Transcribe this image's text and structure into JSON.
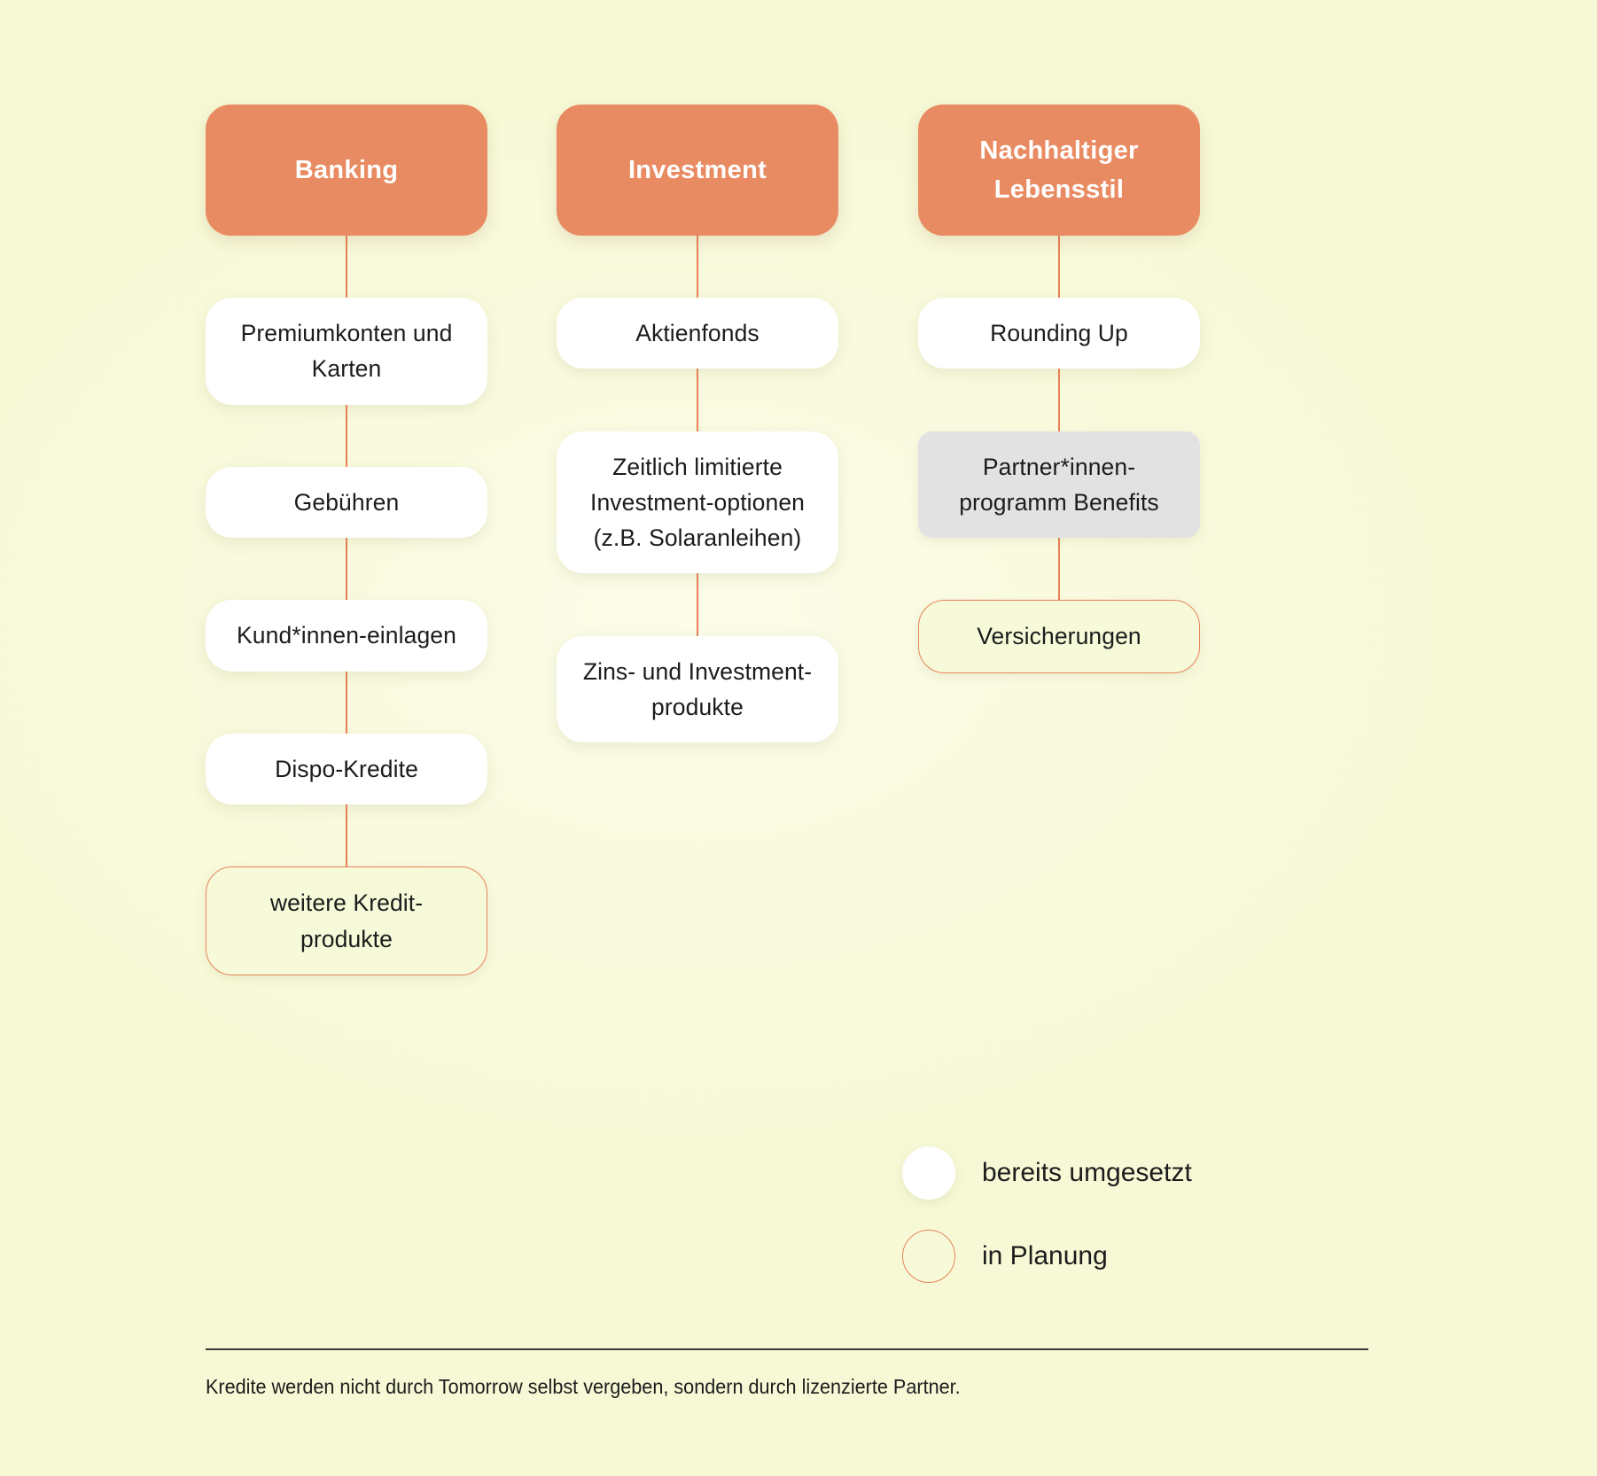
{
  "diagram": {
    "type": "flowchart",
    "background_color": "#f8fadb",
    "accent_color": "#e98b62",
    "columns": [
      {
        "id": "banking",
        "header": "Banking",
        "nodes": [
          {
            "label": "Premiumkonten und Karten",
            "status": "implemented"
          },
          {
            "label": "Gebühren",
            "status": "implemented"
          },
          {
            "label": "Kund*innen-einlagen",
            "status": "implemented"
          },
          {
            "label": "Dispo-Kredite",
            "status": "implemented"
          },
          {
            "label": "weitere Kredit-produkte",
            "status": "planned"
          }
        ]
      },
      {
        "id": "investment",
        "header": "Investment",
        "nodes": [
          {
            "label": "Aktienfonds",
            "status": "implemented"
          },
          {
            "label": "Zeitlich limitierte Investment-optionen (z.B. Solaranleihen)",
            "status": "implemented"
          },
          {
            "label": "Zins- und Investment-produkte",
            "status": "implemented"
          }
        ]
      },
      {
        "id": "nachhaltiger-lebensstil",
        "header": "Nachhaltiger Lebensstil",
        "nodes": [
          {
            "label": "Rounding Up",
            "status": "implemented"
          },
          {
            "label": "Partner*innen-programm Benefits",
            "status": "muted"
          },
          {
            "label": "Versicherungen",
            "status": "planned"
          }
        ]
      }
    ]
  },
  "legend": {
    "items": [
      {
        "marker": "filled-circle",
        "label": "bereits umgesetzt",
        "color": "#ffffff"
      },
      {
        "marker": "outline-circle",
        "label": "in Planung",
        "color": "#e8845c"
      }
    ]
  },
  "footer": {
    "note": "Kredite werden nicht durch Tomorrow selbst vergeben, sondern durch lizenzierte Partner."
  }
}
